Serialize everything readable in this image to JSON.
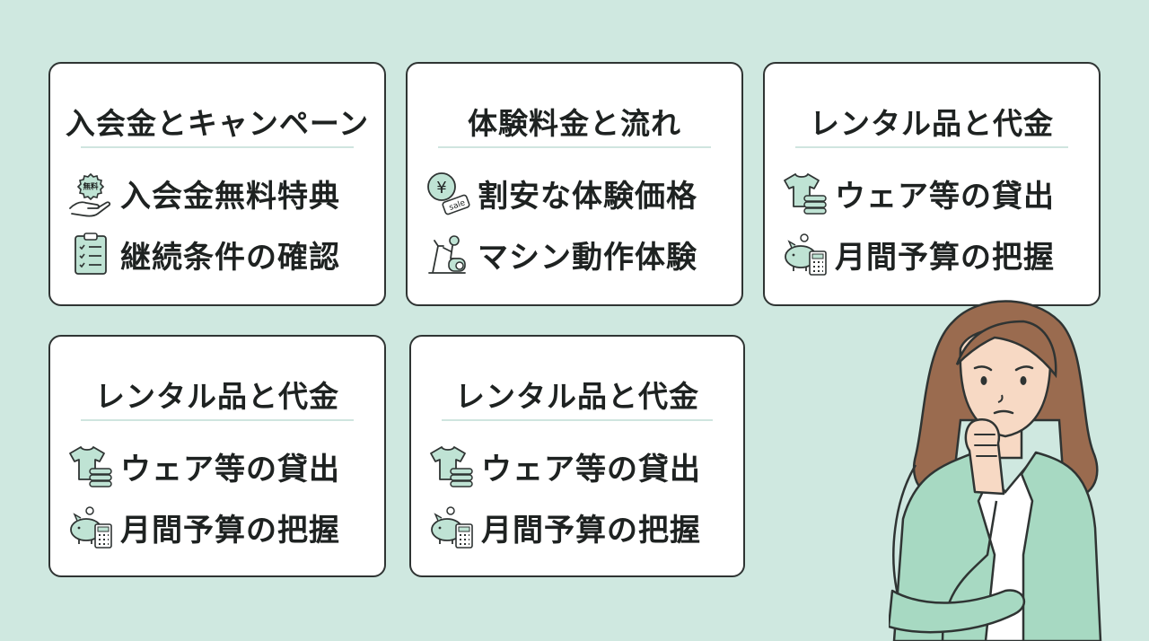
{
  "colors": {
    "background": "#cfe8e0",
    "card": "#ffffff",
    "card_border": "#2f3433",
    "divider": "#cfe5df",
    "icon_fill": "#bfe3d4",
    "jacket": "#a7d9c2",
    "hair": "#9a6b4f",
    "skin": "#f7d9c4"
  },
  "cards": [
    {
      "title": "入会金とキャンペーン",
      "items": [
        {
          "icon": "hand-free-badge-icon",
          "badge": "無料",
          "label": "入会金無料特典"
        },
        {
          "icon": "checklist-clipboard-icon",
          "label": "継続条件の確認"
        }
      ]
    },
    {
      "title": "体験料金と流れ",
      "items": [
        {
          "icon": "yen-sale-tag-icon",
          "badge": "sale",
          "label": "割安な体験価格"
        },
        {
          "icon": "exercise-machine-icon",
          "label": "マシン動作体験"
        }
      ]
    },
    {
      "title": "レンタル品と代金",
      "items": [
        {
          "icon": "shirt-towel-icon",
          "label": "ウェア等の貸出"
        },
        {
          "icon": "piggy-bank-calculator-icon",
          "label": "月間予算の把握"
        }
      ]
    },
    {
      "title": "レンタル品と代金",
      "items": [
        {
          "icon": "shirt-towel-icon",
          "label": "ウェア等の貸出"
        },
        {
          "icon": "piggy-bank-calculator-icon",
          "label": "月間予算の把握"
        }
      ]
    },
    {
      "title": "レンタル品と代金",
      "items": [
        {
          "icon": "shirt-towel-icon",
          "label": "ウェア等の貸出"
        },
        {
          "icon": "piggy-bank-calculator-icon",
          "label": "月間予算の把握"
        }
      ]
    }
  ]
}
